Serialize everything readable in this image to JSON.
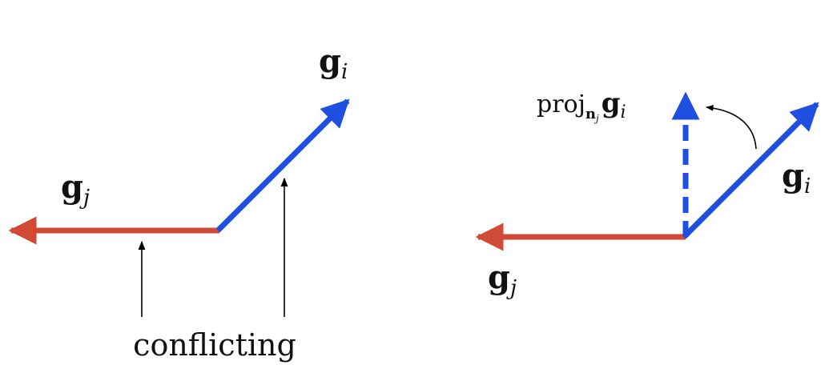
{
  "colors": {
    "gj": "#d04a35",
    "gi": "#1f4fe0",
    "annotation": "#000000"
  },
  "left_panel": {
    "gi_label": {
      "main": "g",
      "sub": "i"
    },
    "gj_label": {
      "main": "g",
      "sub": "j"
    },
    "annotation": "conflicting"
  },
  "right_panel": {
    "gi_label": {
      "main": "g",
      "sub": "i"
    },
    "gj_label": {
      "main": "g",
      "sub": "j"
    },
    "proj_label": {
      "prefix": "proj",
      "sub_main": "n",
      "sub_sub": "j",
      "main": "g",
      "main_sub": "i"
    }
  }
}
